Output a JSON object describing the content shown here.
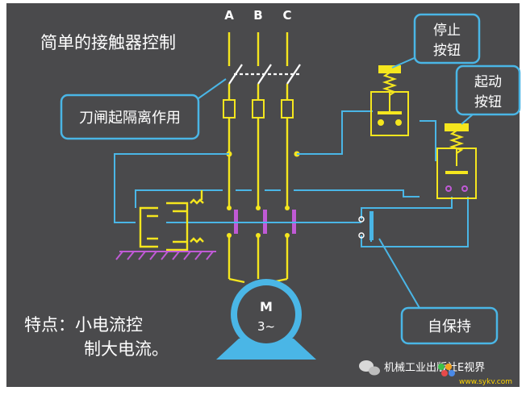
{
  "title": "简单的接触器控制",
  "phases": [
    "A",
    "B",
    "C"
  ],
  "callouts": {
    "knife_switch": "刀闸起隔离作用",
    "stop_button_line1": "停止",
    "stop_button_line2": "按钮",
    "start_button_line1": "起动",
    "start_button_line2": "按钮",
    "self_hold": "自保持"
  },
  "motor": {
    "label": "M",
    "phase": "3~"
  },
  "feature": {
    "line1": "特点：小电流控",
    "line2": "制大电流。"
  },
  "watermark": {
    "text": "机械工业出版社E视界",
    "site": "www.sykv.com"
  },
  "colors": {
    "background": "#4a4a4c",
    "power_line": "#f5e61e",
    "control_wire": "#4ab6e6",
    "contact_bar": "#c05ad6",
    "ground_hatch": "#c05ad6"
  }
}
